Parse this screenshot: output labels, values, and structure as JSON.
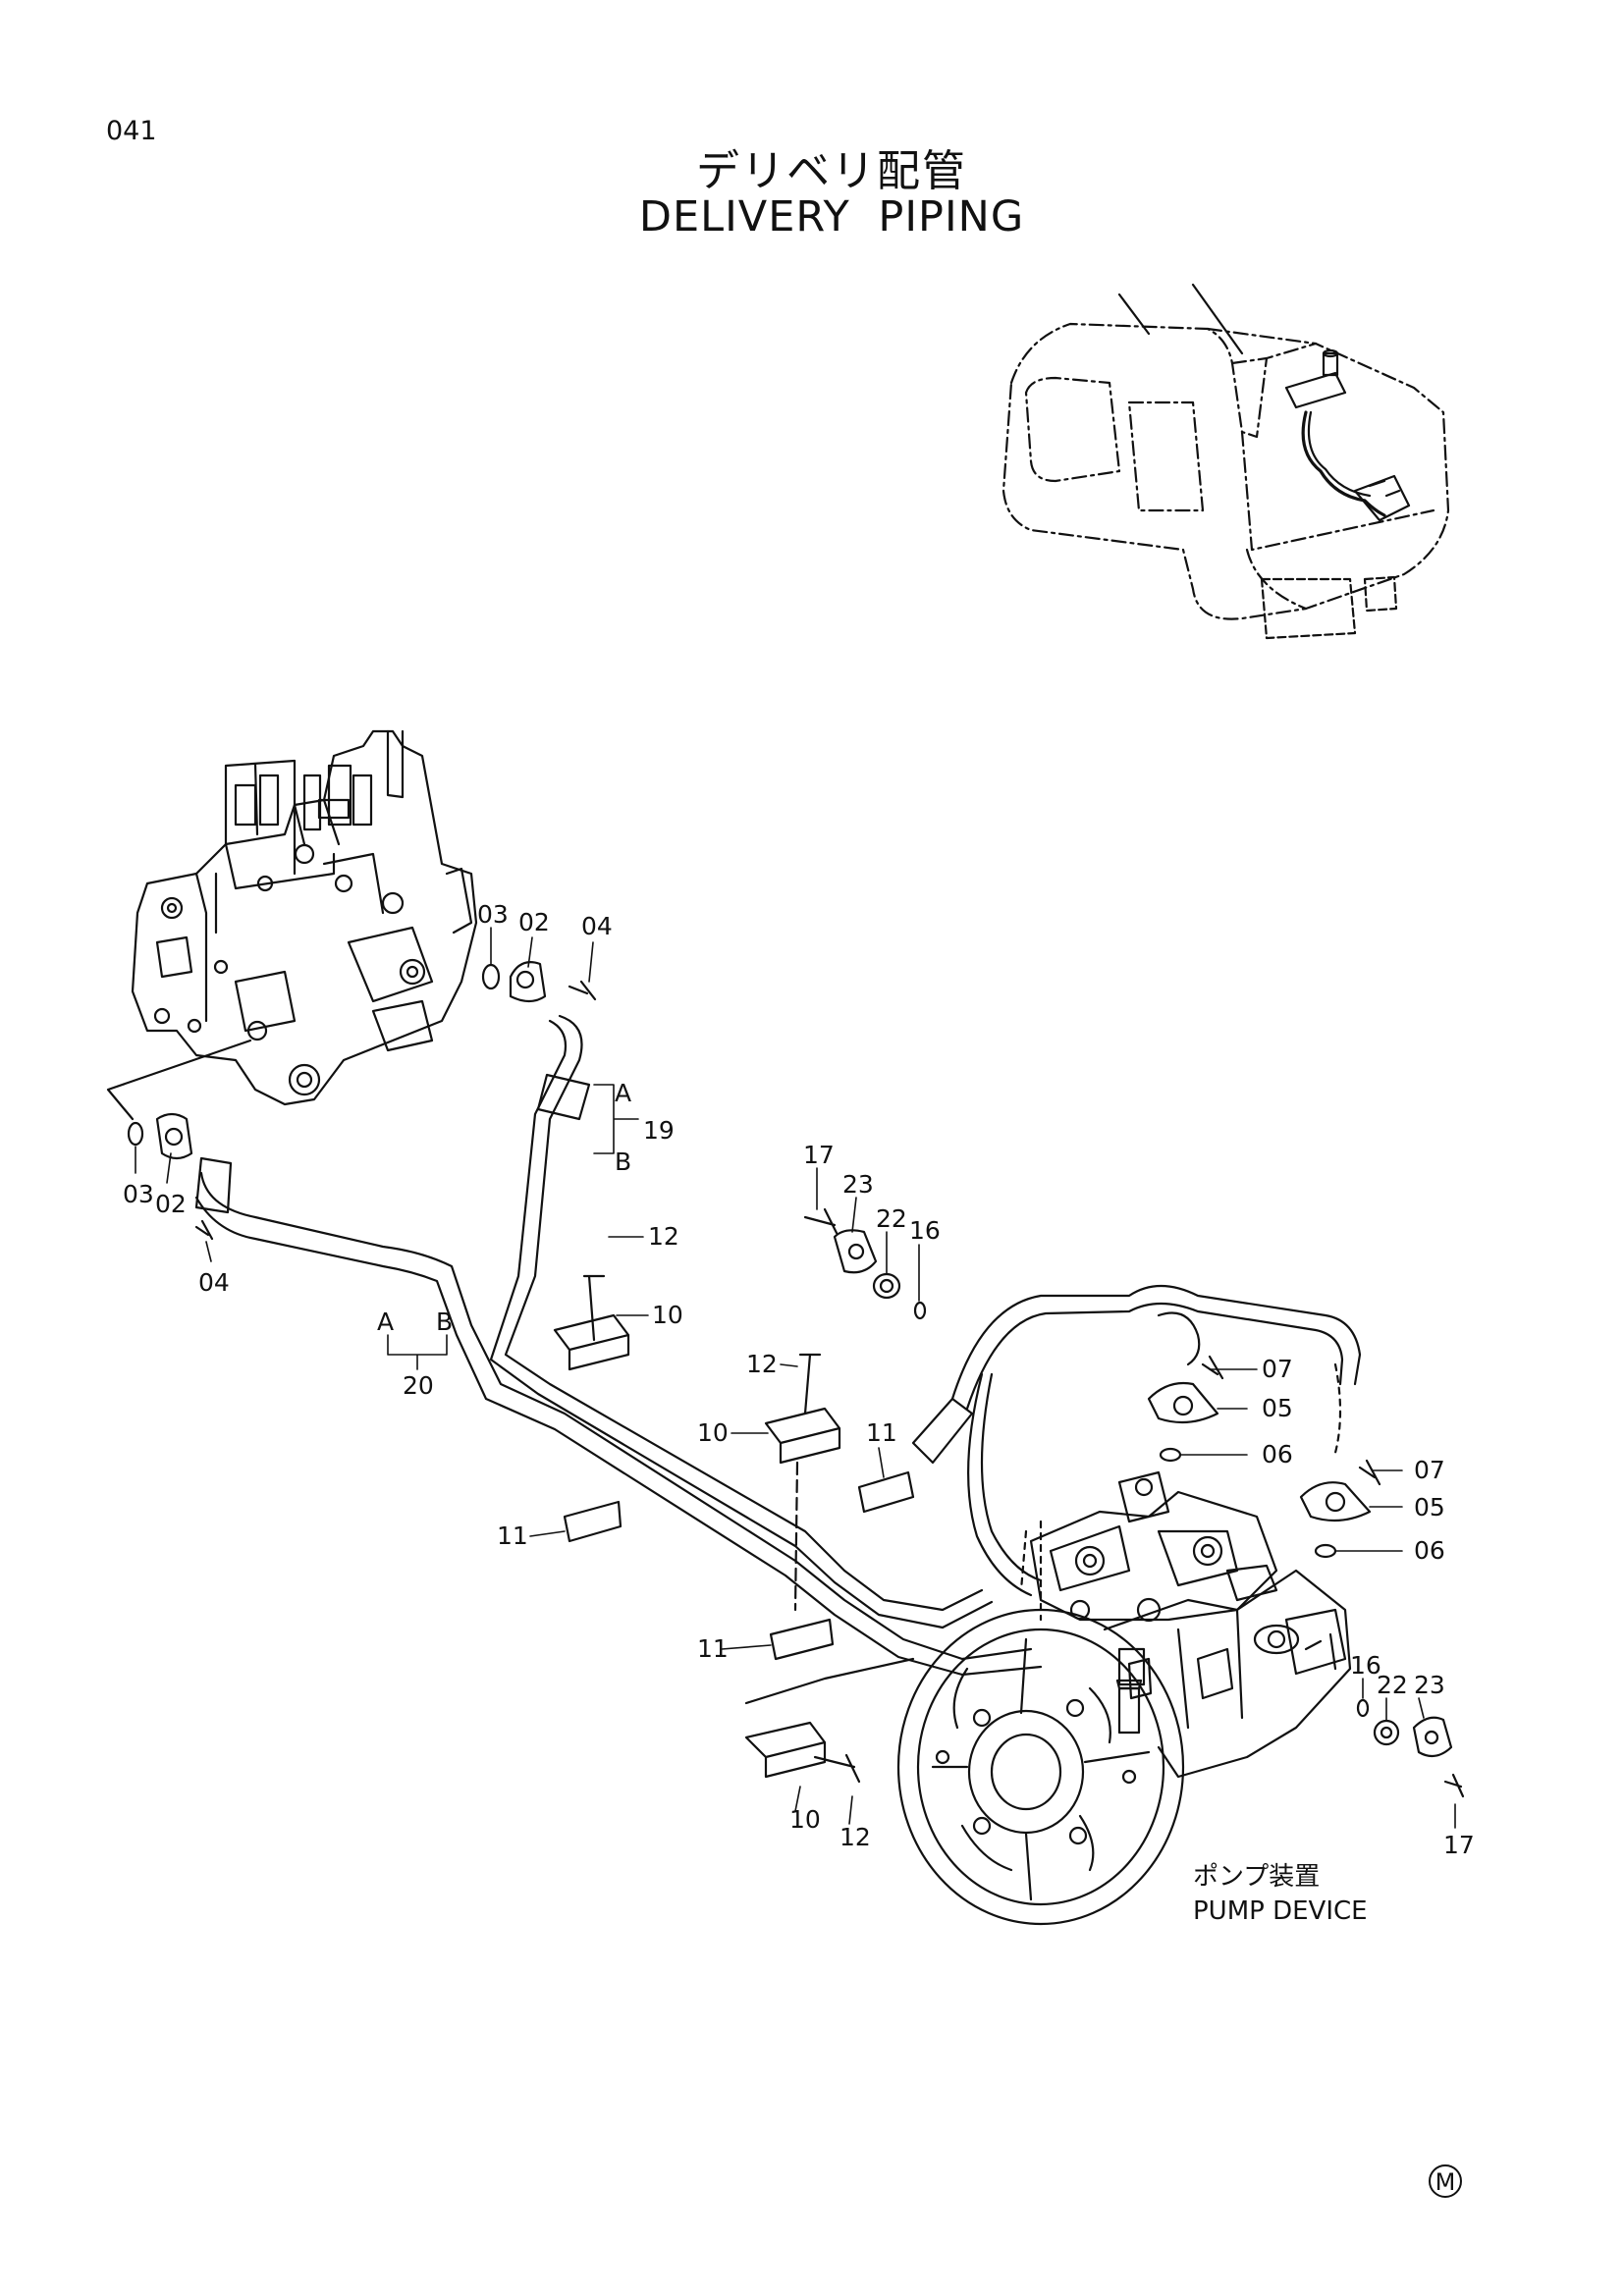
{
  "page": {
    "number": "041",
    "title_ja": "デリベリ配管",
    "title_en": "DELIVERY PIPING"
  },
  "captions": {
    "pump_ja": "ポンプ装置",
    "pump_en": "PUMP DEVICE",
    "mark": "M"
  },
  "callouts": {
    "c03a": "03",
    "c02a": "02",
    "c04a": "04",
    "c03b": "03",
    "c02b": "02",
    "c04b": "04",
    "hoseA19": "A",
    "hoseB19": "B",
    "c19": "19",
    "hoseA20": "A",
    "hoseB20": "B",
    "c20": "20",
    "c12a": "12",
    "c10a": "10",
    "c12b": "12",
    "c10b": "10",
    "c11a": "11",
    "c11b": "11",
    "c11c": "11",
    "c10c": "10",
    "c12c": "12",
    "c17a": "17",
    "c23a": "23",
    "c22a": "22",
    "c16a": "16",
    "c07a": "07",
    "c05a": "05",
    "c06a": "06",
    "c07b": "07",
    "c05b": "05",
    "c06b": "06",
    "c16b": "16",
    "c22b": "22",
    "c23b": "23",
    "c17b": "17"
  }
}
